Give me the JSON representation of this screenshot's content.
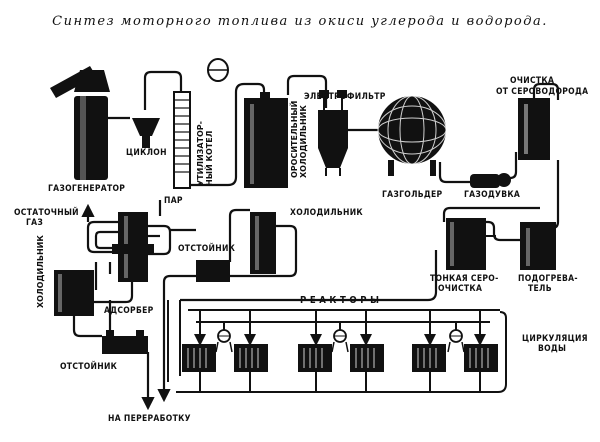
{
  "title": "Синтез моторного топлива из окиси углерода и водорода.",
  "labels": {
    "gasgenerator": "ГАЗОГЕНЕРАТОР",
    "cyclone": "ЦИКЛОН",
    "boiler_line1": "УТИЛИЗАТОР-",
    "boiler_line2": "НЫЙ КОТЕЛ",
    "cooler1_line1": "ОРОСИТЕЛЬНЫЙ",
    "cooler1_line2": "ХОЛОДИЛЬНИК",
    "electrofilter": "ЭЛЕКТРОФИЛЬТР",
    "purification_line1": "ОЧИСТКА",
    "purification_line2": "ОТ СЕРОВОДОРОДА",
    "gasholder": "ГАЗГОЛЬДЕР",
    "gasblower": "ГАЗОДУВКА",
    "residual_gas_line1": "ОСТАТОЧНЫЙ",
    "residual_gas_line2": "ГАЗ",
    "steam": "ПАР",
    "cooler2": "ХОЛОДИЛЬНИК",
    "settler1": "ОТСТОЙНИК",
    "cooler3": "ХОЛОДИЛЬНИК",
    "adsorber": "АДСОРБЕР",
    "fine_purification_line1": "ТОНКАЯ СЕРО-",
    "fine_purification_line2": "ОЧИСТКА",
    "heater_line1": "ПОДОГРЕВА-",
    "heater_line2": "ТЕЛЬ",
    "reactors": "Р Е А К Т О Р Ы",
    "water_circulation_line1": "ЦИРКУЛЯЦИЯ",
    "water_circulation_line2": "ВОДЫ",
    "settler2": "ОТСТОЙНИК",
    "to_processing": "НА ПЕРЕРАБОТКУ"
  }
}
